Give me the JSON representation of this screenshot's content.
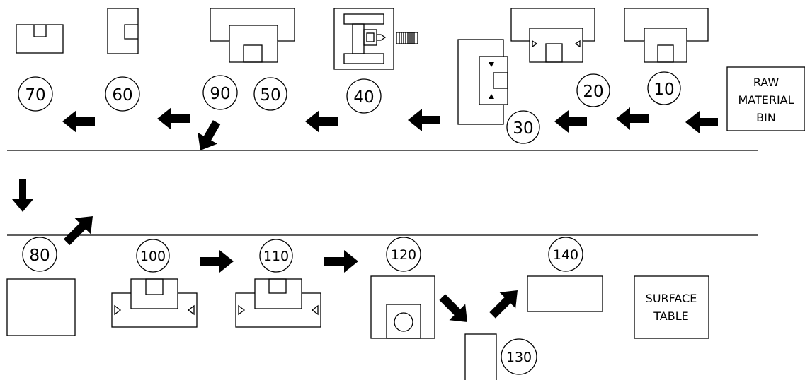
{
  "labels": {
    "raw_bin": [
      "RAW",
      "MATERIAL",
      "BIN"
    ],
    "surface_table": [
      "SURFACE",
      "TABLE"
    ]
  },
  "stations": {
    "s10": "10",
    "s20": "20",
    "s30": "30",
    "s40": "40",
    "s50": "50",
    "s60": "60",
    "s70": "70",
    "s80": "80",
    "s90": "90",
    "s100": "100",
    "s110": "110",
    "s120": "120",
    "s130": "130",
    "s140": "140"
  },
  "colors": {
    "ink": "#000000",
    "paper": "#ffffff"
  }
}
